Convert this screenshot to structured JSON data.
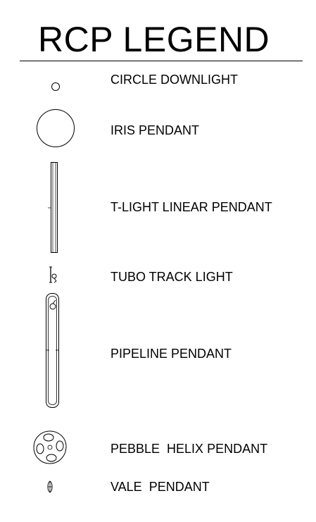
{
  "legend": {
    "title": "RCP LEGEND",
    "items": [
      {
        "label": "CIRCLE DOWNLIGHT",
        "icon": "circle-downlight-icon"
      },
      {
        "label": "IRIS PENDANT",
        "icon": "iris-pendant-icon"
      },
      {
        "label": "T-LIGHT LINEAR PENDANT",
        "icon": "t-light-linear-pendant-icon"
      },
      {
        "label": "TUBO TRACK LIGHT",
        "icon": "tubo-track-light-icon"
      },
      {
        "label": "PIPELINE PENDANT",
        "icon": "pipeline-pendant-icon"
      },
      {
        "label": "PEBBLE  HELIX PENDANT",
        "icon": "pebble-helix-pendant-icon"
      },
      {
        "label": "VALE  PENDANT",
        "icon": "vale-pendant-icon"
      }
    ]
  },
  "colors": {
    "line": "#000000",
    "background": "#ffffff"
  }
}
